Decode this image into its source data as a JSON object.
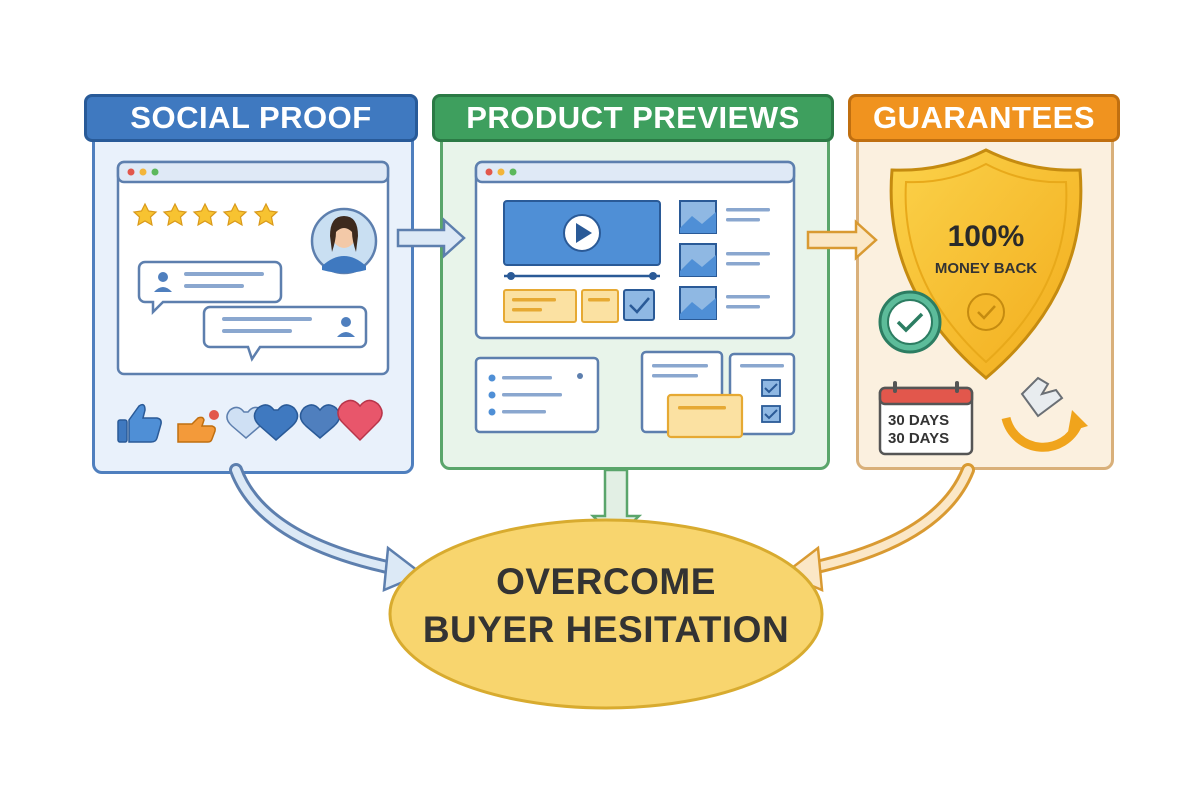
{
  "columns": [
    {
      "title": "SOCIAL PROOF",
      "color": "#3f79c0"
    },
    {
      "title": "PRODUCT PREVIEWS",
      "color": "#3e9f5e"
    },
    {
      "title": "GUARANTEES",
      "color": "#f0931f"
    }
  ],
  "social_proof": {
    "rating_stars": 5,
    "icons": [
      "window-icon",
      "star-icon",
      "avatar-icon",
      "chat-bubble-icon",
      "thumbs-up-icon",
      "heart-icon"
    ]
  },
  "product_previews": {
    "icons": [
      "window-icon",
      "play-button-icon",
      "image-thumbnail-icon",
      "card-icon",
      "checkbox-icon"
    ]
  },
  "guarantees": {
    "badge_percent": "100%",
    "badge_text": "MONEY BACK",
    "days_line_1": "30 DAYS",
    "days_line_2": "30 DAYS",
    "icons": [
      "shield-icon",
      "check-circle-icon",
      "calendar-icon",
      "refresh-icon"
    ]
  },
  "goal": {
    "line1": "OVERCOME",
    "line2": "BUYER HESITATION",
    "color": "#f8d56e"
  }
}
